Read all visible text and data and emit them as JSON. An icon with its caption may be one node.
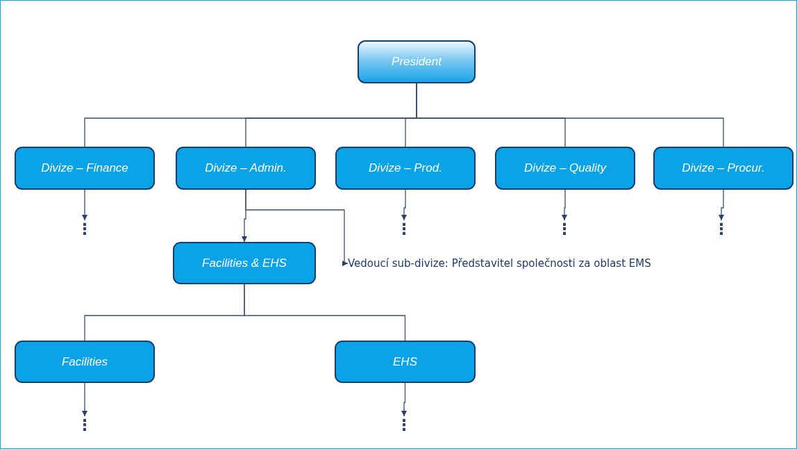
{
  "diagram": {
    "nodes": [
      {
        "text": [
          "President"
        ]
      },
      {
        "text": [
          "Divize – Finance"
        ]
      },
      {
        "text": [
          "Divize – Admin."
        ]
      },
      {
        "text": [
          "Divize – Prod."
        ]
      },
      {
        "text": [
          "Divize – Quality"
        ]
      },
      {
        "text": [
          "Divize – Procur."
        ]
      },
      {
        "text": [
          "⋮"
        ]
      },
      {
        "text": [
          "⋮"
        ]
      },
      {
        "text": [
          "⋮"
        ]
      },
      {
        "text": [
          "⋮"
        ]
      },
      {
        "text": [
          "Facilities & EHS"
        ]
      },
      {
        "text": [
          "Vedoucí sub-divize: Představitel společnosti za oblast EMS"
        ]
      },
      {
        "text": [
          "Facilities"
        ]
      },
      {
        "text": [
          "EHS"
        ]
      },
      {
        "text": [
          "⋮"
        ]
      },
      {
        "text": [
          "⋮"
        ]
      }
    ],
    "edges": [
      {
        "from": 0,
        "to": 1,
        "arrow": "none"
      },
      {
        "from": 0,
        "to": 2,
        "arrow": "none"
      },
      {
        "from": 0,
        "to": 3,
        "arrow": "none"
      },
      {
        "from": 0,
        "to": 4,
        "arrow": "none"
      },
      {
        "from": 0,
        "to": 5,
        "arrow": "none"
      },
      {
        "from": 1,
        "to": 6,
        "arrow": "to"
      },
      {
        "from": 3,
        "to": 7,
        "arrow": "to"
      },
      {
        "from": 4,
        "to": 8,
        "arrow": "to"
      },
      {
        "from": 5,
        "to": 9,
        "arrow": "to"
      },
      {
        "from": 2,
        "to": 10,
        "arrow": "to"
      },
      {
        "from": 2,
        "to": 11,
        "arrow": "to"
      },
      {
        "from": 10,
        "to": 12,
        "arrow": "none"
      },
      {
        "from": 10,
        "to": 13,
        "arrow": "none"
      },
      {
        "from": 12,
        "to": 14,
        "arrow": "to"
      },
      {
        "from": 13,
        "to": 15,
        "arrow": "to"
      }
    ]
  }
}
